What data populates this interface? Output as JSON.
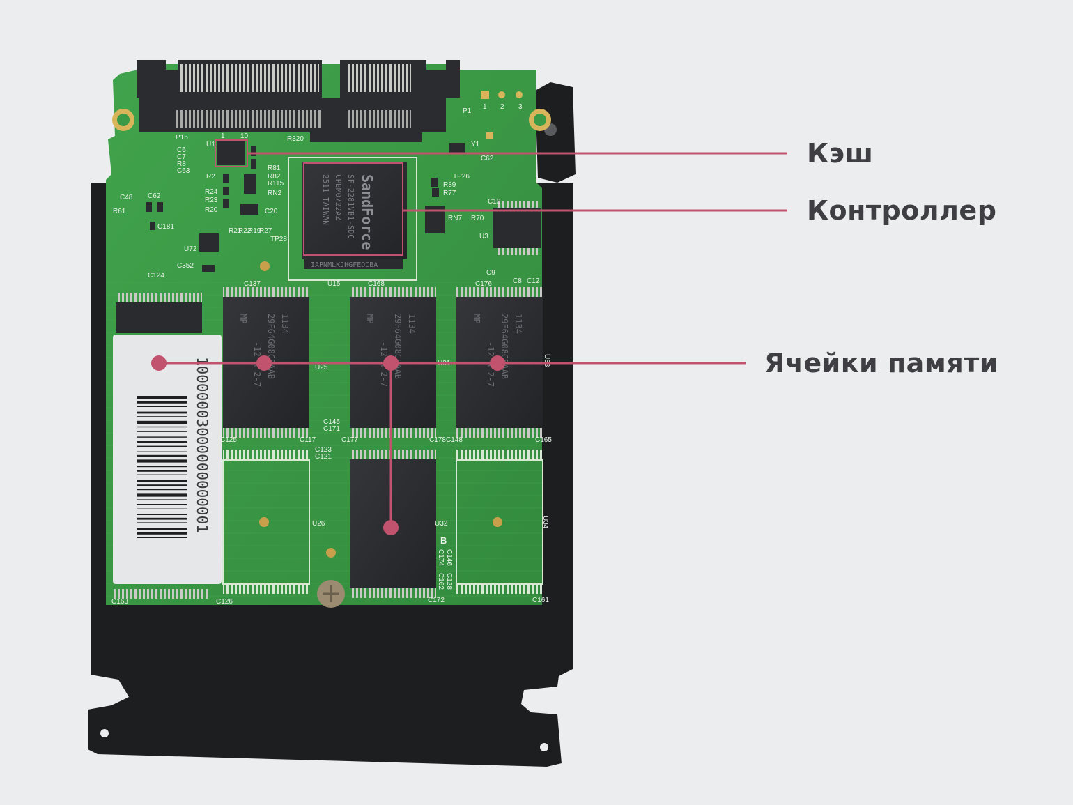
{
  "colors": {
    "background": "#ecedef",
    "accent": "#c2536f",
    "pcb": "#3b9a45",
    "chip": "#2a2b2e",
    "label_text": "#3f3f43"
  },
  "callouts": {
    "cache": "Кэш",
    "controller": "Контроллер",
    "memory": "Ячейки памяти"
  },
  "controller_chip": {
    "brand": "SandForce",
    "model": "SF-2281VB1-SDC",
    "code": "CPBM0722AZ",
    "origin": "2511 TAIWAN",
    "pins": "IAPNMLKJHGFEDCBA"
  },
  "nand_chip": {
    "line1": "1134",
    "line2": "29F64G08CBAAB",
    "line3": "-12   A  2-7",
    "logo": "MP"
  },
  "barcode_number": "10000003000000000001",
  "silkscreen": {
    "p15": "P15",
    "u1": "U1",
    "c6": "C6",
    "c7": "C7",
    "r8": "R8",
    "c63": "C63",
    "r2": "R2",
    "r24": "R24",
    "r23": "R23",
    "r20": "R20",
    "c48": "C48",
    "c62": "C62",
    "r61": "R61",
    "c181": "C181",
    "u72": "U72",
    "c352": "C352",
    "c124": "C124",
    "r81": "R81",
    "r82": "R82",
    "r115": "R115",
    "rn2": "RN2",
    "c20": "C20",
    "r21": "R21",
    "r22": "R22",
    "r19": "R19",
    "r27": "R27",
    "tp28": "TP28",
    "r320": "R320",
    "p1": "P1",
    "y1": "Y1",
    "c62b": "C62",
    "tp26": "TP26",
    "r89": "R89",
    "r77": "R77",
    "c10": "C10",
    "rn7": "RN7",
    "r70": "R70",
    "u3": "U3",
    "c9": "C9",
    "c8": "C8",
    "c12": "C12",
    "u15": "U15",
    "c137": "C137",
    "c168": "C168",
    "c176": "C176",
    "u25": "U25",
    "u31": "U31",
    "u33": "U33",
    "c145": "C145",
    "c171": "C171",
    "u26": "U26",
    "u32": "U32",
    "u34": "U34",
    "c163": "C163",
    "c126": "C126",
    "c172": "C172",
    "c161": "C161",
    "c117": "C117",
    "c177": "C177",
    "c178": "C178",
    "c148": "C148",
    "c165": "C165",
    "c123": "C123",
    "c121": "C121",
    "c174": "C174",
    "c146": "C146",
    "c162": "C162",
    "c128": "C128",
    "b": "B",
    "c125": "C125",
    "n1": "1",
    "n2": "2",
    "n3": "3",
    "n10": "10"
  }
}
